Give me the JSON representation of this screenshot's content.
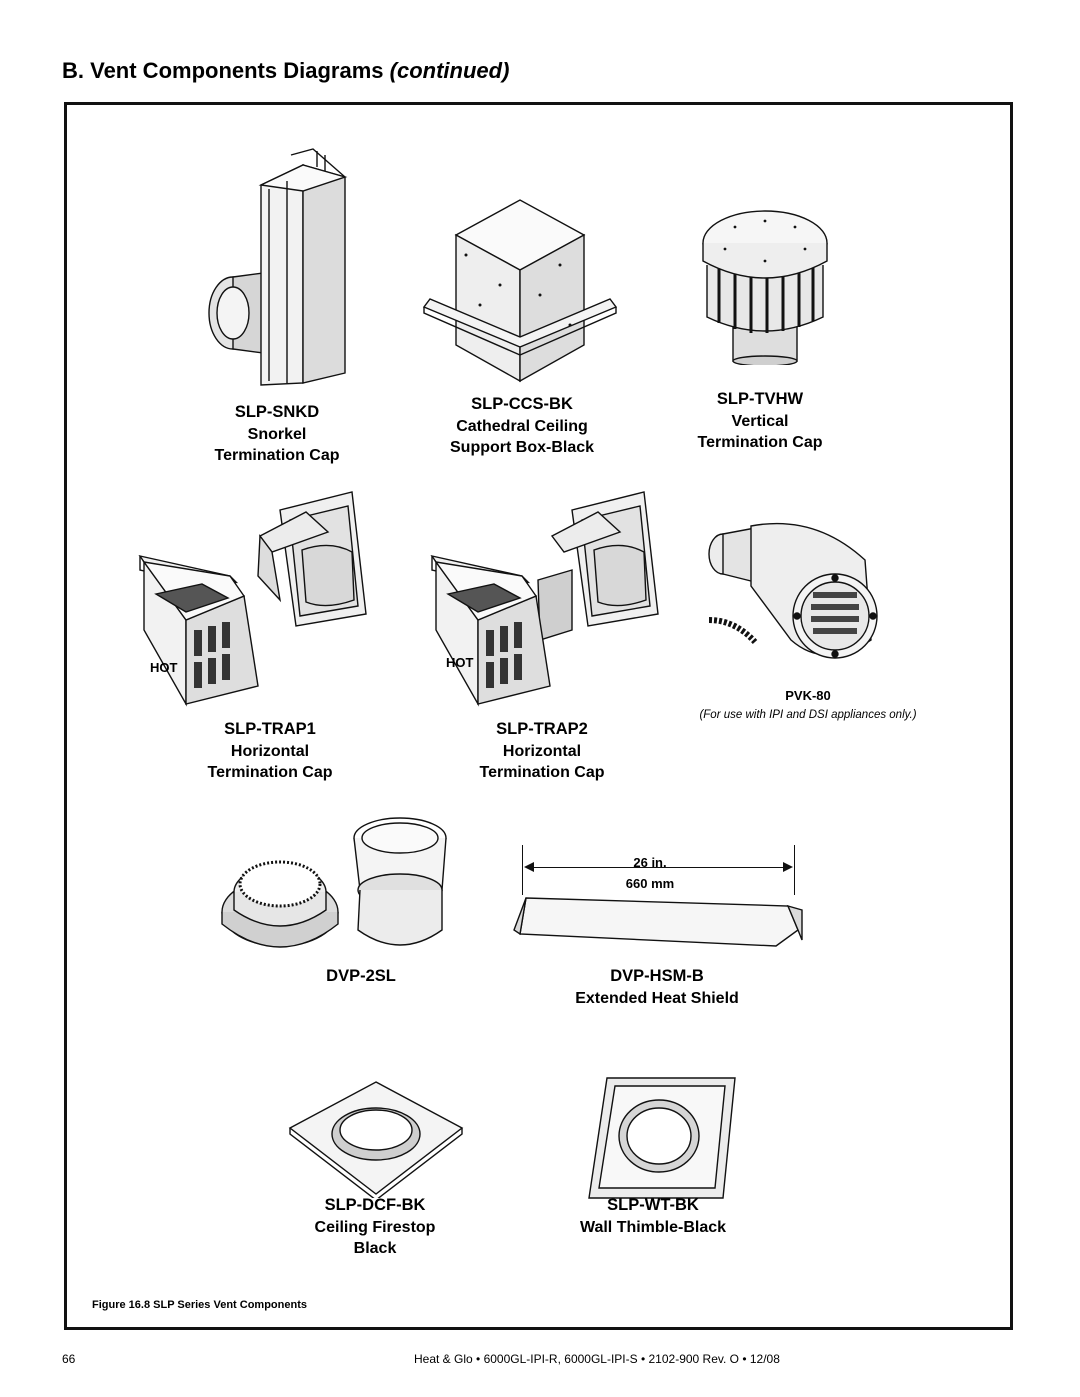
{
  "heading": {
    "main": "B. Vent Components Diagrams",
    "suffix": "(continued)"
  },
  "components": [
    {
      "code": "SLP-SNKD",
      "line1": "Snorkel",
      "line2": "Termination Cap"
    },
    {
      "code": "SLP-CCS-BK",
      "line1": "Cathedral Ceiling",
      "line2": "Support Box-Black"
    },
    {
      "code": "SLP-TVHW",
      "line1": "Vertical",
      "line2": "Termination Cap"
    },
    {
      "code": "SLP-TRAP1",
      "line1": "Horizontal",
      "line2": "Termination Cap"
    },
    {
      "code": "SLP-TRAP2",
      "line1": "Horizontal",
      "line2": "Termination Cap"
    },
    {
      "code": "PVK-80",
      "note": "(For use with IPI and DSI appliances only.)"
    },
    {
      "code": "DVP-2SL"
    },
    {
      "code": "DVP-HSM-B",
      "line1": "Extended Heat Shield"
    },
    {
      "code": "SLP-DCF-BK",
      "line1": "Ceiling Firestop",
      "line2": "Black"
    },
    {
      "code": "SLP-WT-BK",
      "line1": "Wall Thimble-Black"
    }
  ],
  "hot_label": "HOT",
  "dimension": {
    "imperial": "26 in.",
    "metric": "660 mm"
  },
  "caption": "Figure 16.8  SLP Series Vent Components",
  "footer": {
    "page": "66",
    "text": "Heat & Glo  •  6000GL-IPI-R, 6000GL-IPI-S  •  2102-900  Rev. O  •  12/08"
  }
}
